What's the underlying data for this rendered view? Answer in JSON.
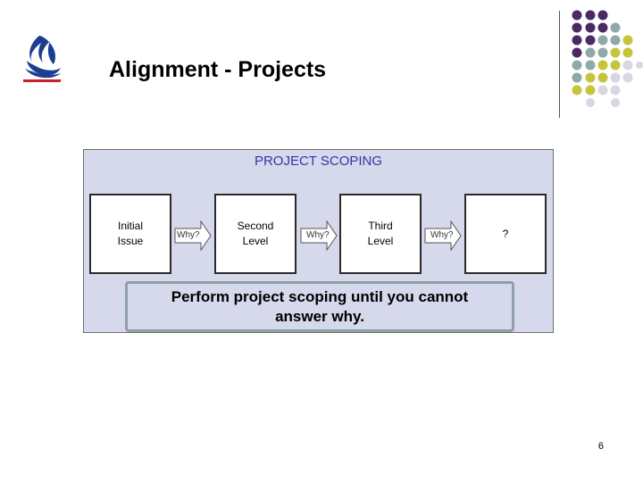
{
  "slide": {
    "title": "Alignment - Projects",
    "page_number": "6"
  },
  "diagram": {
    "heading": "PROJECT SCOPING",
    "boxes": [
      {
        "label": "Initial\nIssue"
      },
      {
        "label": "Second\nLevel"
      },
      {
        "label": "Third\nLevel"
      },
      {
        "label": "?"
      }
    ],
    "arrows": [
      {
        "label": "Why?"
      },
      {
        "label": "Why?"
      },
      {
        "label": "Why?"
      }
    ],
    "callout": "Perform project scoping until you cannot answer why."
  },
  "colors": {
    "panel_fill": "#d6d8eb",
    "heading_text": "#3a33a6",
    "dot_purple": "#4b2a63",
    "dot_teal": "#8fa8aa",
    "dot_olive": "#c6c43a",
    "dot_gray": "#d7d7e3",
    "logo_blue": "#1b3f8f",
    "logo_red": "#cc1f2d"
  },
  "icons": {
    "logo": "flame-logo-icon",
    "decoration": "dot-grid-icon"
  }
}
